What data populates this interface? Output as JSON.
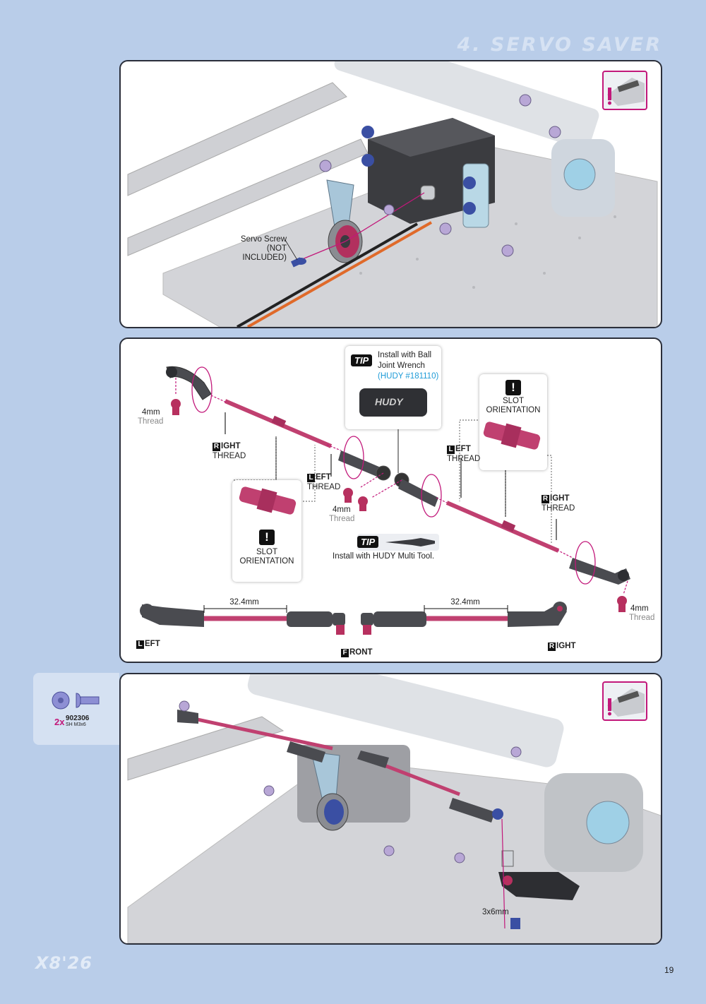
{
  "header": {
    "title": "4. SERVO SAVER"
  },
  "step1": {
    "servo_screw_label": "Servo Screw",
    "not_included_label": "(NOT INCLUDED)"
  },
  "step2": {
    "tip_top": {
      "badge": "TIP",
      "line1": "Install with Ball",
      "line2": "Joint Wrench",
      "part": "(HUDY #181110)",
      "tool_brand": "HUDY"
    },
    "tip_bottom": {
      "badge": "TIP",
      "text": "Install with HUDY Multi Tool."
    },
    "slot_left": {
      "line1": "SLOT",
      "line2": "ORIENTATION"
    },
    "slot_right": {
      "line1": "SLOT",
      "line2": "ORIENTATION"
    },
    "ball_left": {
      "size": "4mm",
      "type": "Thread"
    },
    "ball_center": {
      "size": "4mm",
      "type": "Thread"
    },
    "ball_right": {
      "size": "4mm",
      "type": "Thread"
    },
    "right_thread_left": {
      "initial": "R",
      "rest": "IGHT",
      "word2": "THREAD"
    },
    "left_thread_left": {
      "initial": "L",
      "rest": "EFT",
      "word2": "THREAD"
    },
    "left_thread_right": {
      "initial": "L",
      "rest": "EFT",
      "word2": "THREAD"
    },
    "right_thread_right": {
      "initial": "R",
      "rest": "IGHT",
      "word2": "THREAD"
    },
    "dim_left": "32.4mm",
    "dim_right": "32.4mm",
    "dir_left": {
      "initial": "L",
      "rest": "EFT"
    },
    "dir_front": {
      "initial": "F",
      "rest": "RONT"
    },
    "dir_right": {
      "initial": "R",
      "rest": "IGHT"
    }
  },
  "parts": {
    "qty": "2x",
    "part_number": "902306",
    "description": "SH M3x6"
  },
  "step3": {
    "screw_label": "3x6mm"
  },
  "footer": {
    "logo": "X8'26",
    "page_number": "19"
  }
}
